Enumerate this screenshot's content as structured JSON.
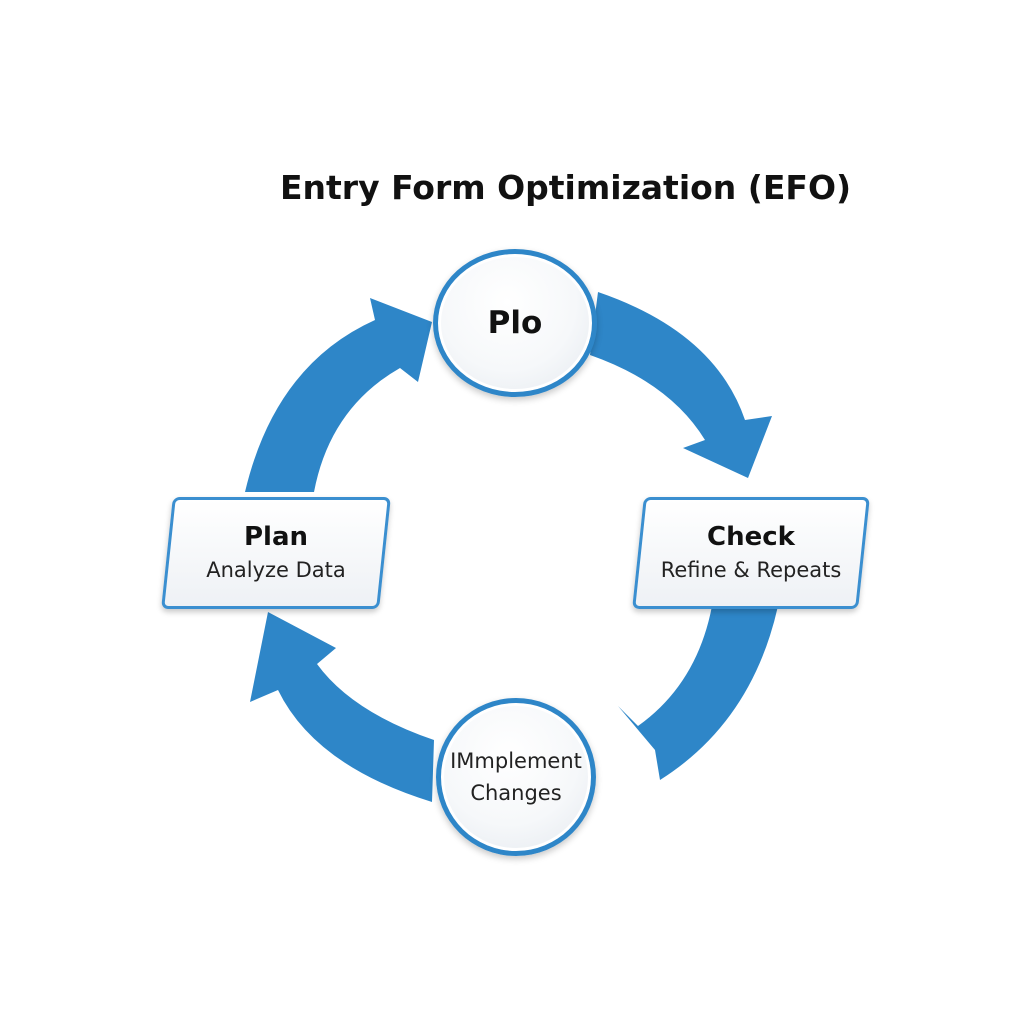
{
  "title": "Entry Form Optimization (EFO)",
  "colors": {
    "arrow": "#2e86c8",
    "border": "#2e86c8",
    "text": "#111111"
  },
  "nodes": {
    "top": {
      "label": "Plo"
    },
    "right": {
      "label": "Check",
      "sublabel": "Refine & Repeats"
    },
    "bottom": {
      "line1": "IMmplement",
      "line2": "Changes"
    },
    "left": {
      "label": "Plan",
      "sublabel": "Analyze Data"
    }
  },
  "arrows": [
    {
      "name": "arrow-top-to-right",
      "direction": "clockwise"
    },
    {
      "name": "arrow-right-to-bottom",
      "direction": "clockwise"
    },
    {
      "name": "arrow-bottom-to-left",
      "direction": "clockwise"
    },
    {
      "name": "arrow-left-to-top",
      "direction": "clockwise"
    }
  ]
}
